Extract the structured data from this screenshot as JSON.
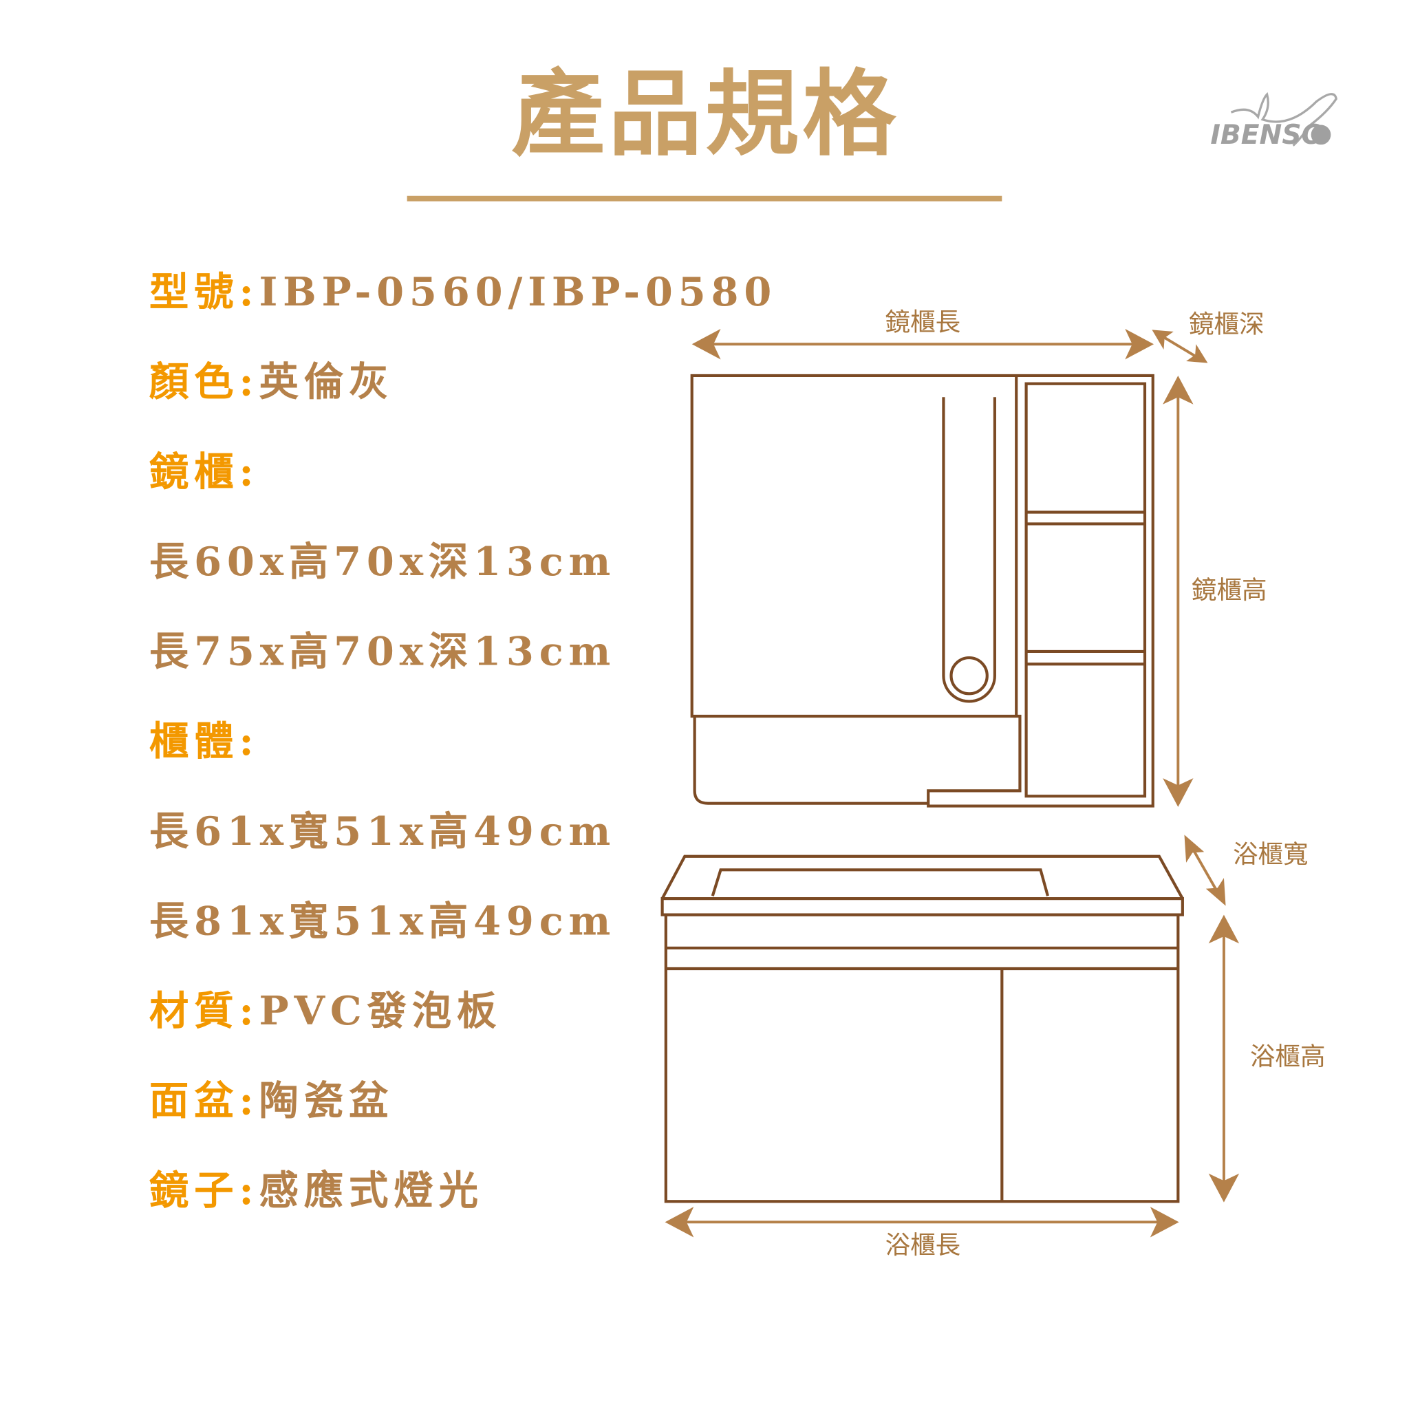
{
  "header": {
    "title": "產品規格"
  },
  "logo": {
    "text": "IBENSO"
  },
  "specs": [
    {
      "label": "型號:",
      "value": "IBP-0560/IBP-0580"
    },
    {
      "label": "顏色:",
      "value": "英倫灰"
    },
    {
      "label": "鏡櫃:",
      "value": ""
    },
    {
      "label": "",
      "value": "長60x高70x深13cm"
    },
    {
      "label": "",
      "value": "長75x高70x深13cm"
    },
    {
      "label": "櫃體:",
      "value": ""
    },
    {
      "label": "",
      "value": "長61x寬51x高49cm"
    },
    {
      "label": "",
      "value": "長81x寬51x高49cm"
    },
    {
      "label": "材質:",
      "value": "PVC發泡板"
    },
    {
      "label": "面盆:",
      "value": "陶瓷盆"
    },
    {
      "label": "鏡子:",
      "value": "感應式燈光"
    }
  ],
  "diagram": {
    "mirror_length": "鏡櫃長",
    "mirror_depth": "鏡櫃深",
    "mirror_height": "鏡櫃高",
    "vanity_width": "浴櫃寬",
    "vanity_height": "浴櫃高",
    "vanity_length": "浴櫃長"
  },
  "colors": {
    "title": "#C9A066",
    "label": "#F39800",
    "value": "#B5814A",
    "line": "#7B4A24"
  }
}
